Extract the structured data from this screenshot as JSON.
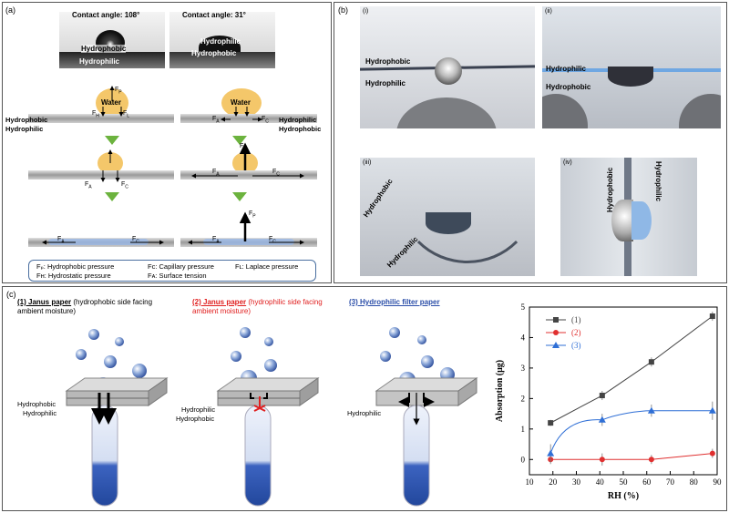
{
  "panel_a": {
    "label": "(a)",
    "contact_left": {
      "angle": "Contact angle: 108°",
      "top": "Hydrophobic",
      "bottom": "Hydrophilic"
    },
    "contact_right": {
      "angle": "Contact angle: 31°",
      "top": "Hydrophilic",
      "bottom": "Hydrophobic"
    },
    "water": "Water",
    "left_top": "Hydrophobic",
    "left_bottom": "Hydrophilic",
    "right_top": "Hydrophilic",
    "right_bottom": "Hydrophobic",
    "forces": {
      "fp": "F",
      "fp_sub": "P",
      "fh": "F",
      "fh_sub": "H",
      "fl": "F",
      "fl_sub": "L",
      "fa": "F",
      "fa_sub": "A",
      "fc": "F",
      "fc_sub": "C"
    },
    "legend": {
      "fp": "Fₚ: Hydrophobic pressure",
      "fc": "Fᴄ: Capillary pressure",
      "fl": "Fʟ: Laplace pressure",
      "fh": "Fʜ: Hydrostatic pressure",
      "fa": "Fᴀ: Surface tension"
    }
  },
  "panel_b": {
    "label": "(b)",
    "i": {
      "tag": "(i)",
      "top": "Hydrophobic",
      "bottom": "Hydrophilic"
    },
    "ii": {
      "tag": "(ii)",
      "top": "Hydrophilic",
      "bottom": "Hydrophobic"
    },
    "iii": {
      "tag": "(iii)",
      "top": "Hydrophobic",
      "bottom": "Hydrophilic"
    },
    "iv": {
      "tag": "(iv)",
      "left": "Hydrophobic",
      "right": "Hydrophilic"
    }
  },
  "panel_c": {
    "label": "(c)",
    "item1": {
      "title": "(1) Janus paper",
      "rest": " (hydrophobic side facing ambient moisture)",
      "top": "Hydrophobic",
      "bottom": "Hydrophilic"
    },
    "item2": {
      "title": "(2) Janus paper",
      "rest": " (hydrophilic side facing ambient moisture)",
      "top": "Hydrophilic",
      "bottom": "Hydrophobic"
    },
    "item3": {
      "title": "(3) Hydrophilic filter paper",
      "top": "Hydrophilic"
    }
  },
  "chart_data": {
    "type": "line",
    "xlabel": "RH (%)",
    "ylabel": "Absorption (μg)",
    "xlim": [
      10,
      90
    ],
    "ylim": [
      -0.5,
      5
    ],
    "xticks": [
      10,
      20,
      30,
      40,
      50,
      60,
      70,
      80,
      90
    ],
    "yticks": [
      0,
      1,
      2,
      3,
      4,
      5
    ],
    "legend_position": "top-left",
    "series": [
      {
        "name": "(1)",
        "color": "#444444",
        "marker": "square",
        "x": [
          19,
          41,
          62,
          88
        ],
        "values": [
          1.2,
          2.1,
          3.2,
          4.7
        ],
        "err": [
          0.1,
          0.15,
          0.15,
          0.15
        ]
      },
      {
        "name": "(2)",
        "color": "#e03030",
        "marker": "circle",
        "x": [
          19,
          41,
          62,
          88
        ],
        "values": [
          0.0,
          0.0,
          0.0,
          0.2
        ],
        "err": [
          0.15,
          0.2,
          0.15,
          0.15
        ]
      },
      {
        "name": "(3)",
        "color": "#2f6fd6",
        "marker": "triangle",
        "x": [
          19,
          41,
          62,
          88
        ],
        "values": [
          0.2,
          1.3,
          1.6,
          1.6
        ],
        "err": [
          0.3,
          0.2,
          0.2,
          0.3
        ]
      }
    ]
  }
}
